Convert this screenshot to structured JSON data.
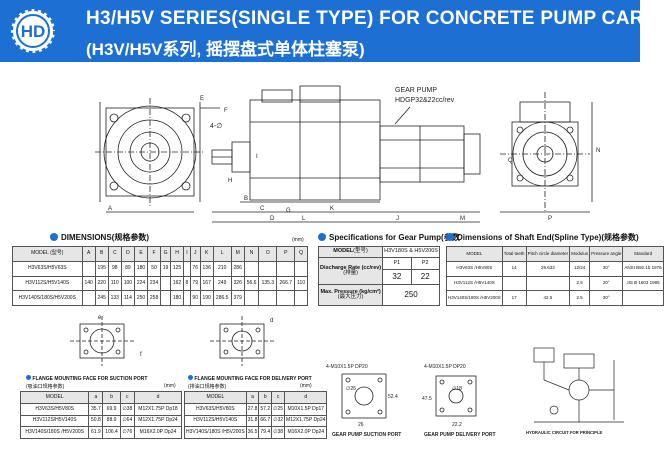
{
  "header": {
    "title": "H3/H5V SERIES(SINGLE TYPE) FOR CONCRETE PUMP CARS",
    "subtitle": "(H3V/H5V系列, 摇摆盘式单体柱塞泵)",
    "bg_color": "#1c6fd3",
    "logo_icon": "hd-gear-logo"
  },
  "drawing": {
    "gear_pump_label": "GEAR PUMP",
    "gear_pump_model": "HDGP32&22cc/rev",
    "dim_labels": [
      "A",
      "B",
      "C",
      "D",
      "E",
      "F",
      "G",
      "H",
      "I",
      "J",
      "K",
      "L",
      "M",
      "N",
      "P",
      "Q"
    ],
    "angle_label": "4-∅"
  },
  "dimensions": {
    "heading": "DIMENSIONS",
    "heading_cn": "(规格参数)",
    "unit": "(mm)",
    "columns": [
      "MODEL\n(型号)",
      "A",
      "B",
      "C",
      "D",
      "E",
      "F",
      "G",
      "H",
      "I",
      "J",
      "K",
      "L",
      "M",
      "N",
      "O",
      "P",
      "Q"
    ],
    "rows": [
      [
        "H3V63S/H5V63S",
        "",
        "195",
        "98",
        "89",
        "180",
        "50",
        "19",
        "125",
        "",
        "76",
        "136",
        "210",
        "286",
        "",
        "",
        "",
        ""
      ],
      [
        "H3V112S/H5V140S",
        "140",
        "220",
        "110",
        "100",
        "224",
        "234",
        "",
        "162",
        "8",
        "79",
        "167",
        "249",
        "326",
        "56.6",
        "135.3",
        "266.7",
        "110"
      ],
      [
        "H3V140S/180S/H5V200S",
        "",
        "245",
        "133",
        "114",
        "250",
        "258",
        "",
        "180",
        "",
        "90",
        "190",
        "286.5",
        "379",
        "",
        "",
        "",
        ""
      ]
    ]
  },
  "gear_spec": {
    "heading": "Specifications for Gear Pump",
    "heading_cn": "(参数",
    "model_label": "MODEL",
    "model_cn": "(型号)",
    "model_value": "H3V180S & H5V200S",
    "rate_label": "Discharge Rate (cc/rev)",
    "rate_cn": "(排量)",
    "p1": "P1",
    "p2": "P2",
    "p1_value": "32",
    "p2_value": "22",
    "pressure_label": "Max. Pressure (kg/cm²)",
    "pressure_cn": "(最大压力)",
    "pressure_value": "250"
  },
  "shaft": {
    "heading": "Dimensions of Shaft End(Spline Type)",
    "heading_cn": "(规格参数)",
    "columns": [
      "MODEL",
      "Total teeth",
      "Pitch circle diameter",
      "Modulus",
      "Pressure angle",
      "Standard"
    ],
    "rows": [
      [
        "H3V63S /H5V80S",
        "14",
        "29.633",
        "12/24",
        "30°",
        "ANSI B92.1b 1976"
      ],
      [
        "H3V112S /H5V140S",
        "",
        "",
        "2.5",
        "20°",
        "JIS B 1603 1995"
      ],
      [
        "H3V140S/180S /H5V200S",
        "17",
        "42.5",
        "2.5",
        "30°",
        ""
      ]
    ]
  },
  "suction": {
    "caption": "FLANGE MOUNTING FACE FOR SUCTION PORT",
    "caption_cn": "(吸油口规格参数)",
    "unit": "(mm)",
    "columns": [
      "MODEL",
      "a",
      "b",
      "c",
      "d",
      "e",
      "f"
    ],
    "rows": [
      [
        "H3V63S/H5V80S",
        "35.7",
        "69.9",
        "∅38",
        "M12X1.75P Dp18"
      ],
      [
        "H3V112S/H5V140S",
        "50.8",
        "88.9",
        "∅64",
        "M12X1.75P Dp24"
      ],
      [
        "H3V140S/180S /H5V200S",
        "61.9",
        "106.4",
        "∅76",
        "M16X2.0P Dp24"
      ]
    ]
  },
  "delivery": {
    "caption": "FLANGE MOUNTING FACE FOR DELIVERY PORT",
    "caption_cn": "(排油口规格参数)",
    "unit": "(mm)",
    "columns": [
      "MODEL",
      "a",
      "b",
      "c",
      "d"
    ],
    "rows": [
      [
        "H3V63S/H5V80S",
        "27.8",
        "57.2",
        "∅25",
        "M10X1.5P Dp17"
      ],
      [
        "H3V112S/H5V140S",
        "31.8",
        "66.7",
        "∅32",
        "M12X1.75P Dp24"
      ],
      [
        "H3V140S/180S /H5V200S",
        "36.5",
        "79.4",
        "∅38",
        "M16X2.0P Dp24"
      ]
    ]
  },
  "ports": {
    "suction_label": "GEAR PUMP SUCTION PORT",
    "suction_bolt": "4-M10X1.5P DP20",
    "suction_d": "∅26",
    "suction_w": "26",
    "suction_h": "52.4",
    "delivery_label": "GEAR PUMP DELIVERY PORT",
    "delivery_bolt": "4-M10X1.5P DP20",
    "delivery_d": "∅18",
    "delivery_w": "47.5",
    "delivery_h": "22.2",
    "circuit_label": "HYDRAULIC CIRCUIT FOR PRINCIPLE",
    "dim_e": "e",
    "dim_f": "f",
    "dim_d": "d"
  }
}
